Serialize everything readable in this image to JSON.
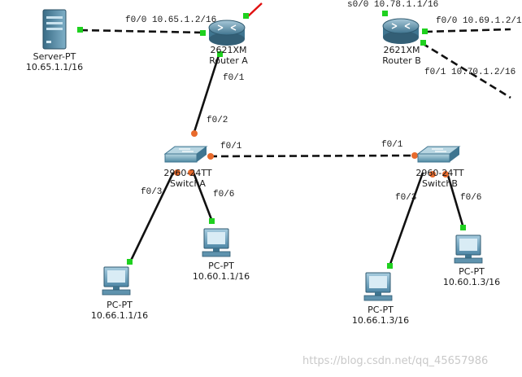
{
  "colors": {
    "link": "#111111",
    "port_up": "#1fd11f",
    "port_down": "#e86a2c",
    "serial": "#e01010",
    "router_body": "#5c8fa8",
    "switch_body": "#6fa7bd",
    "server_body": "#4b7f9a",
    "pc_body": "#6aa1c2"
  },
  "devices": {
    "server": {
      "model": "Server-PT",
      "ip": "10.65.1.1/16",
      "icon": "server-icon"
    },
    "router_a": {
      "model": "2621XM",
      "name": "Router A",
      "icon": "router-icon"
    },
    "router_b": {
      "model": "2621XM",
      "name": "Router B",
      "icon": "router-icon"
    },
    "switch_a": {
      "model": "2960-24TT",
      "name": "SwitchA",
      "icon": "switch-icon"
    },
    "switch_b": {
      "model": "2960-24TT",
      "name": "SwitchB",
      "icon": "switch-icon"
    },
    "pc_a3": {
      "model": "PC-PT",
      "ip": "10.66.1.1/16",
      "icon": "pc-icon"
    },
    "pc_a6": {
      "model": "PC-PT",
      "ip": "10.60.1.1/16",
      "icon": "pc-icon"
    },
    "pc_b3": {
      "model": "PC-PT",
      "ip": "10.66.1.3/16",
      "icon": "pc-icon"
    },
    "pc_b6": {
      "model": "PC-PT",
      "ip": "10.60.1.3/16",
      "icon": "pc-icon"
    }
  },
  "ports": {
    "ra_f00": "f0/0 10.65.1.2/16",
    "ra_f01": "f0/1",
    "sa_f02": "f0/2",
    "sa_f01": "f0/1",
    "sa_f03": "f0/3",
    "sa_f06": "f0/6",
    "sb_f01": "f0/1",
    "sb_f03": "f0/3",
    "sb_f06": "f0/6",
    "rb_s00": "s0/0 10.78.1.1/16",
    "rb_f00": "f0/0 10.69.1.2/1",
    "rb_f01": "f0/1 10.70.1.2/16"
  },
  "watermark": "https://blog.csdn.net/qq_45657986"
}
